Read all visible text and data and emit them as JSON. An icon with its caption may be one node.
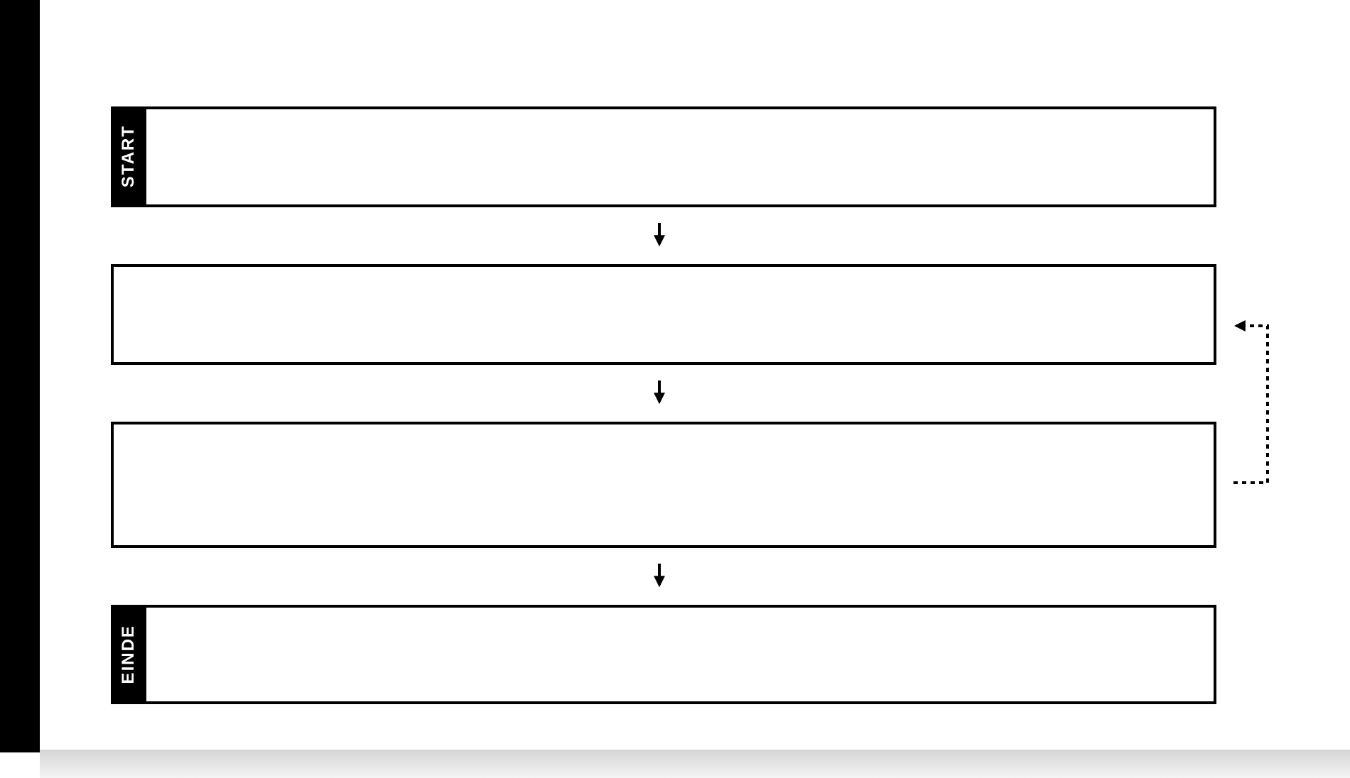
{
  "diagram": {
    "nodes": [
      {
        "text": [
          "START"
        ]
      },
      {
        "text": [],
        "shape": "box"
      },
      {
        "text": [],
        "shape": "box"
      },
      {
        "text": [
          "EINDE"
        ]
      }
    ],
    "edges": [
      {
        "from": 0,
        "to": 1,
        "arrow": "to"
      },
      {
        "from": 1,
        "to": 2,
        "arrow": "to"
      },
      {
        "from": 2,
        "to": 3,
        "arrow": "to"
      },
      {
        "from": 2,
        "to": 1,
        "arrow": "to",
        "style": "dashed"
      }
    ]
  }
}
